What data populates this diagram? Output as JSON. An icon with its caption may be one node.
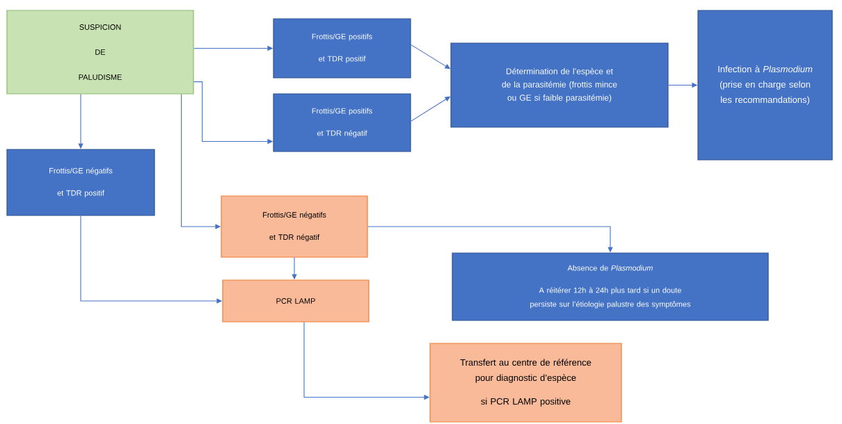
{
  "diagram": {
    "nodes": [
      {
        "text": [
          "SUSPICION DE PALUDISME"
        ]
      },
      {
        "text": [
          "Frottis/GE positifs et TDR positif"
        ]
      },
      {
        "text": [
          "Frottis/GE positifs et TDR négatif"
        ]
      },
      {
        "text": [
          "Détermination de l’espèce et de la parasitémie (frottis mince ou GE si faible parasitémie)"
        ]
      },
      {
        "text": [
          "Infection à *Plasmodium* (prise en charge selon les recommandations)"
        ]
      },
      {
        "text": [
          "Frottis/GE négatifs et TDR positif"
        ]
      },
      {
        "text": [
          "Frottis/GE négatifs et TDR négatif"
        ]
      },
      {
        "text": [
          "Absence de *Plasmodium*",
          "A réitérer 12h à 24h plus tard si un doute persiste sur l’étiologie palustre des symptômes"
        ]
      },
      {
        "text": [
          "PCR LAMP"
        ]
      },
      {
        "text": [
          "Transfert au centre de référence pour diagnostic d’espèce",
          "si PCR LAMP positive"
        ]
      }
    ],
    "edges": [
      {
        "from": 0,
        "to": 1,
        "arrow": "to"
      },
      {
        "from": 0,
        "to": 2,
        "arrow": "to"
      },
      {
        "from": 0,
        "to": 5,
        "arrow": "to"
      },
      {
        "from": 0,
        "to": 6,
        "arrow": "to"
      },
      {
        "from": 1,
        "to": 3,
        "arrow": "to"
      },
      {
        "from": 2,
        "to": 3,
        "arrow": "to"
      },
      {
        "from": 3,
        "to": 4,
        "arrow": "to"
      },
      {
        "from": 5,
        "to": 8,
        "arrow": "to"
      },
      {
        "from": 6,
        "to": 8,
        "arrow": "to"
      },
      {
        "from": 6,
        "to": 7,
        "arrow": "to"
      },
      {
        "from": 8,
        "to": 9,
        "arrow": "to"
      }
    ]
  }
}
